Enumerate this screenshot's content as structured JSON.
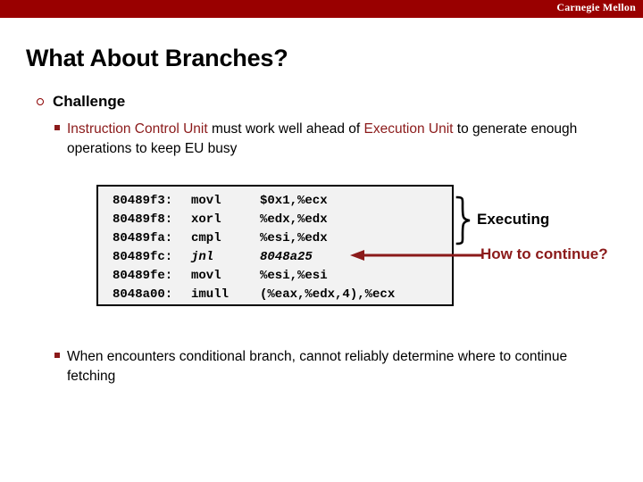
{
  "header": {
    "brand": "Carnegie Mellon",
    "band_color": "#990000"
  },
  "slide": {
    "title": "What About Branches?",
    "accent_color": "#8B1A1A"
  },
  "bullets": {
    "level1": {
      "marker": "hollow-circle",
      "label": "Challenge"
    },
    "ahead_of_eu": {
      "marker": "square",
      "seg1": "Instruction Control Unit",
      "seg2": " must work well ahead of ",
      "seg3": "Execution Unit",
      "seg4": " to generate enough operations to keep EU busy"
    },
    "conditional_branch": {
      "marker": "square",
      "text": "When encounters conditional branch, cannot reliably determine where to continue fetching"
    }
  },
  "code_block": {
    "lines": [
      {
        "addr": "80489f3:",
        "mnemonic": "movl",
        "operands": "$0x1,%ecx",
        "italic": false
      },
      {
        "addr": "80489f8:",
        "mnemonic": "xorl",
        "operands": "%edx,%edx",
        "italic": false
      },
      {
        "addr": "80489fa:",
        "mnemonic": "cmpl",
        "operands": "%esi,%edx",
        "italic": false
      },
      {
        "addr": "80489fc:",
        "mnemonic": "jnl",
        "operands": "8048a25",
        "italic": true
      },
      {
        "addr": "80489fe:",
        "mnemonic": "movl",
        "operands": "%esi,%esi",
        "italic": false
      },
      {
        "addr": "8048a00:",
        "mnemonic": "imull",
        "operands": "(%eax,%edx,4),%ecx",
        "italic": false
      }
    ]
  },
  "annotations": {
    "executing": "Executing",
    "how_to_continue": "How to continue?",
    "arrow_color": "#8B1A1A",
    "brace_color": "#000000"
  }
}
